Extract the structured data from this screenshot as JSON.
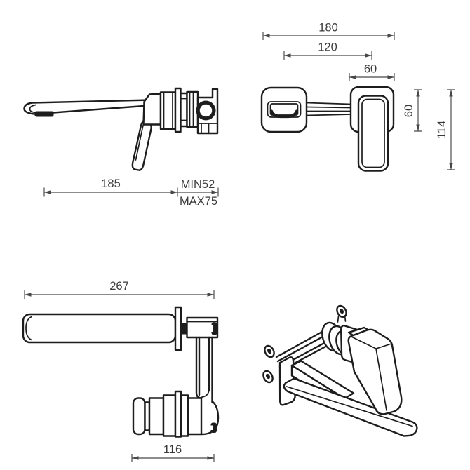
{
  "colors": {
    "line": "#1d1d1d",
    "dim": "#474747",
    "text": "#3a3a3a",
    "background": "#ffffff"
  },
  "views": {
    "side": {
      "dims": {
        "reach": "185",
        "min_depth": "MIN52",
        "max_depth": "MAX75"
      }
    },
    "top": {
      "dims": {
        "overall_width": "180",
        "center_distance": "120",
        "plate_width": "60",
        "plate_height": "60",
        "overall_height": "114"
      }
    },
    "inwall": {
      "dims": {
        "overall_length": "267",
        "valve_body_length": "116"
      }
    }
  }
}
